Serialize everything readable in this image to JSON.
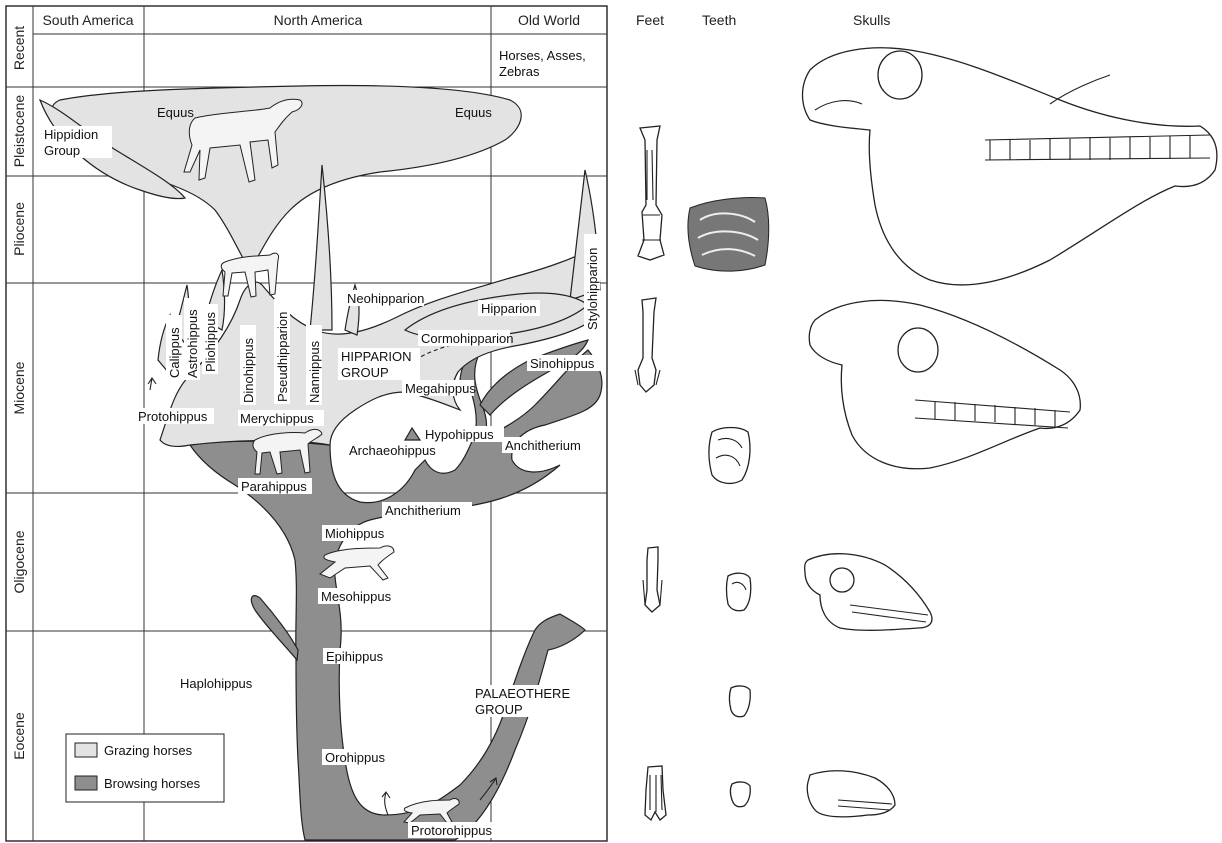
{
  "columns": {
    "south_america": "South America",
    "north_america": "North America",
    "old_world": "Old World",
    "feet": "Feet",
    "teeth": "Teeth",
    "skulls": "Skulls"
  },
  "periods": [
    "Recent",
    "Pleistocene",
    "Pliocene",
    "Miocene",
    "Oligocene",
    "Eocene"
  ],
  "recent_note": [
    "Horses, Asses,",
    "Zebras"
  ],
  "taxa": {
    "equus_left": "Equus",
    "equus_right": "Equus",
    "hippidion": [
      "Hippidion",
      "Group"
    ],
    "stylohipparion": "Stylohipparion",
    "neohipparion": "Neohipparion",
    "hipparion": "Hipparion",
    "cormohipparion": "Cormohipparion",
    "hipparion_group": [
      "HIPPARION",
      "GROUP"
    ],
    "megahippus": "Megahippus",
    "sinohippus": "Sinohippus",
    "calippus": "Calippus",
    "astrohippus": "Astrohippus",
    "pliohippus": "Pliohippus",
    "dinohippus": "Dinohippus",
    "pseudhipparion": "Pseudhipparion",
    "nannippus": "Nannippus",
    "protohippus": "Protohippus",
    "merychippus": "Merychippus",
    "hypohippus": "Hypohippus",
    "archaeohippus": "Archaeohippus",
    "anchitherium_right": "Anchitherium",
    "parahippus": "Parahippus",
    "anchitherium_bottom": "Anchitherium",
    "miohippus": "Miohippus",
    "mesohippus": "Mesohippus",
    "epihippus": "Epihippus",
    "haplohippus": "Haplohippus",
    "palaeothere_group": [
      "PALAEOTHERE",
      "GROUP"
    ],
    "orohippus": "Orohippus",
    "protorohippus": "Protorohippus"
  },
  "legend": {
    "grazing": "Grazing horses",
    "browsing": "Browsing horses"
  },
  "colors": {
    "grazing": "#e3e3e3",
    "browsing": "#8e8e8e",
    "lines": "#222222"
  }
}
